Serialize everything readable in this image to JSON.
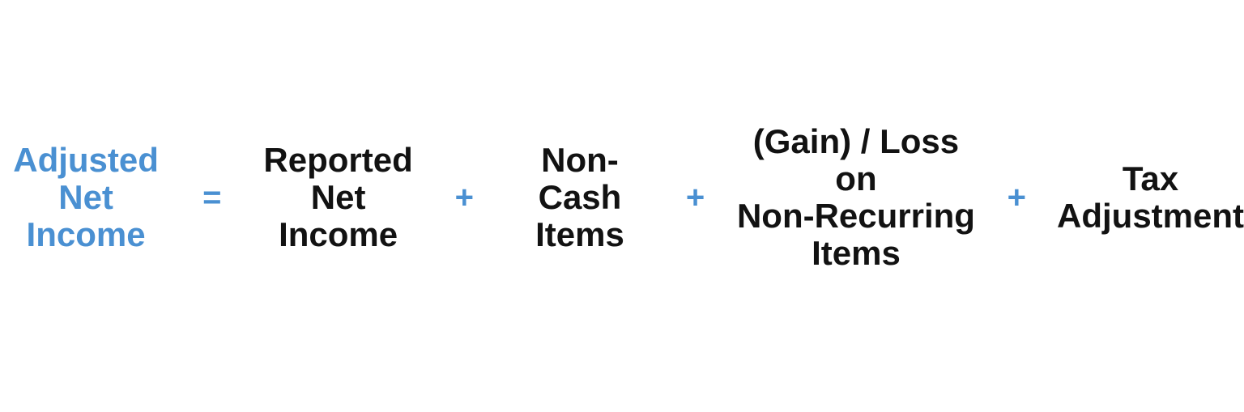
{
  "colors": {
    "accent_blue": "#4a90d2",
    "text_black": "#121212",
    "background": "#ffffff"
  },
  "formula": {
    "result": {
      "label": "Adjusted\nNet Income"
    },
    "operators": [
      "=",
      "+",
      "+",
      "+"
    ],
    "terms": [
      {
        "label": "Reported\nNet Income"
      },
      {
        "label": "Non-Cash\nItems"
      },
      {
        "label": "(Gain) / Loss on\nNon-Recurring\nItems"
      },
      {
        "label": "Tax\nAdjustment"
      }
    ]
  }
}
